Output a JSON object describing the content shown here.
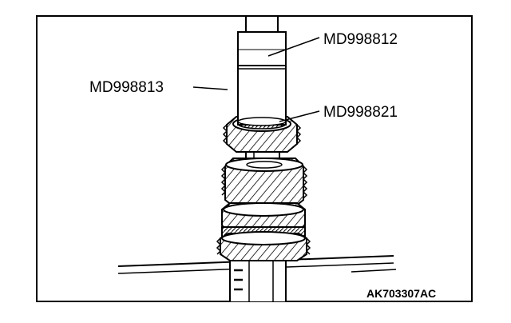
{
  "figure": {
    "id": "AK703307AC",
    "labels": {
      "top": "MD998812",
      "middle_left": "MD998813",
      "middle_right": "MD998821"
    }
  }
}
